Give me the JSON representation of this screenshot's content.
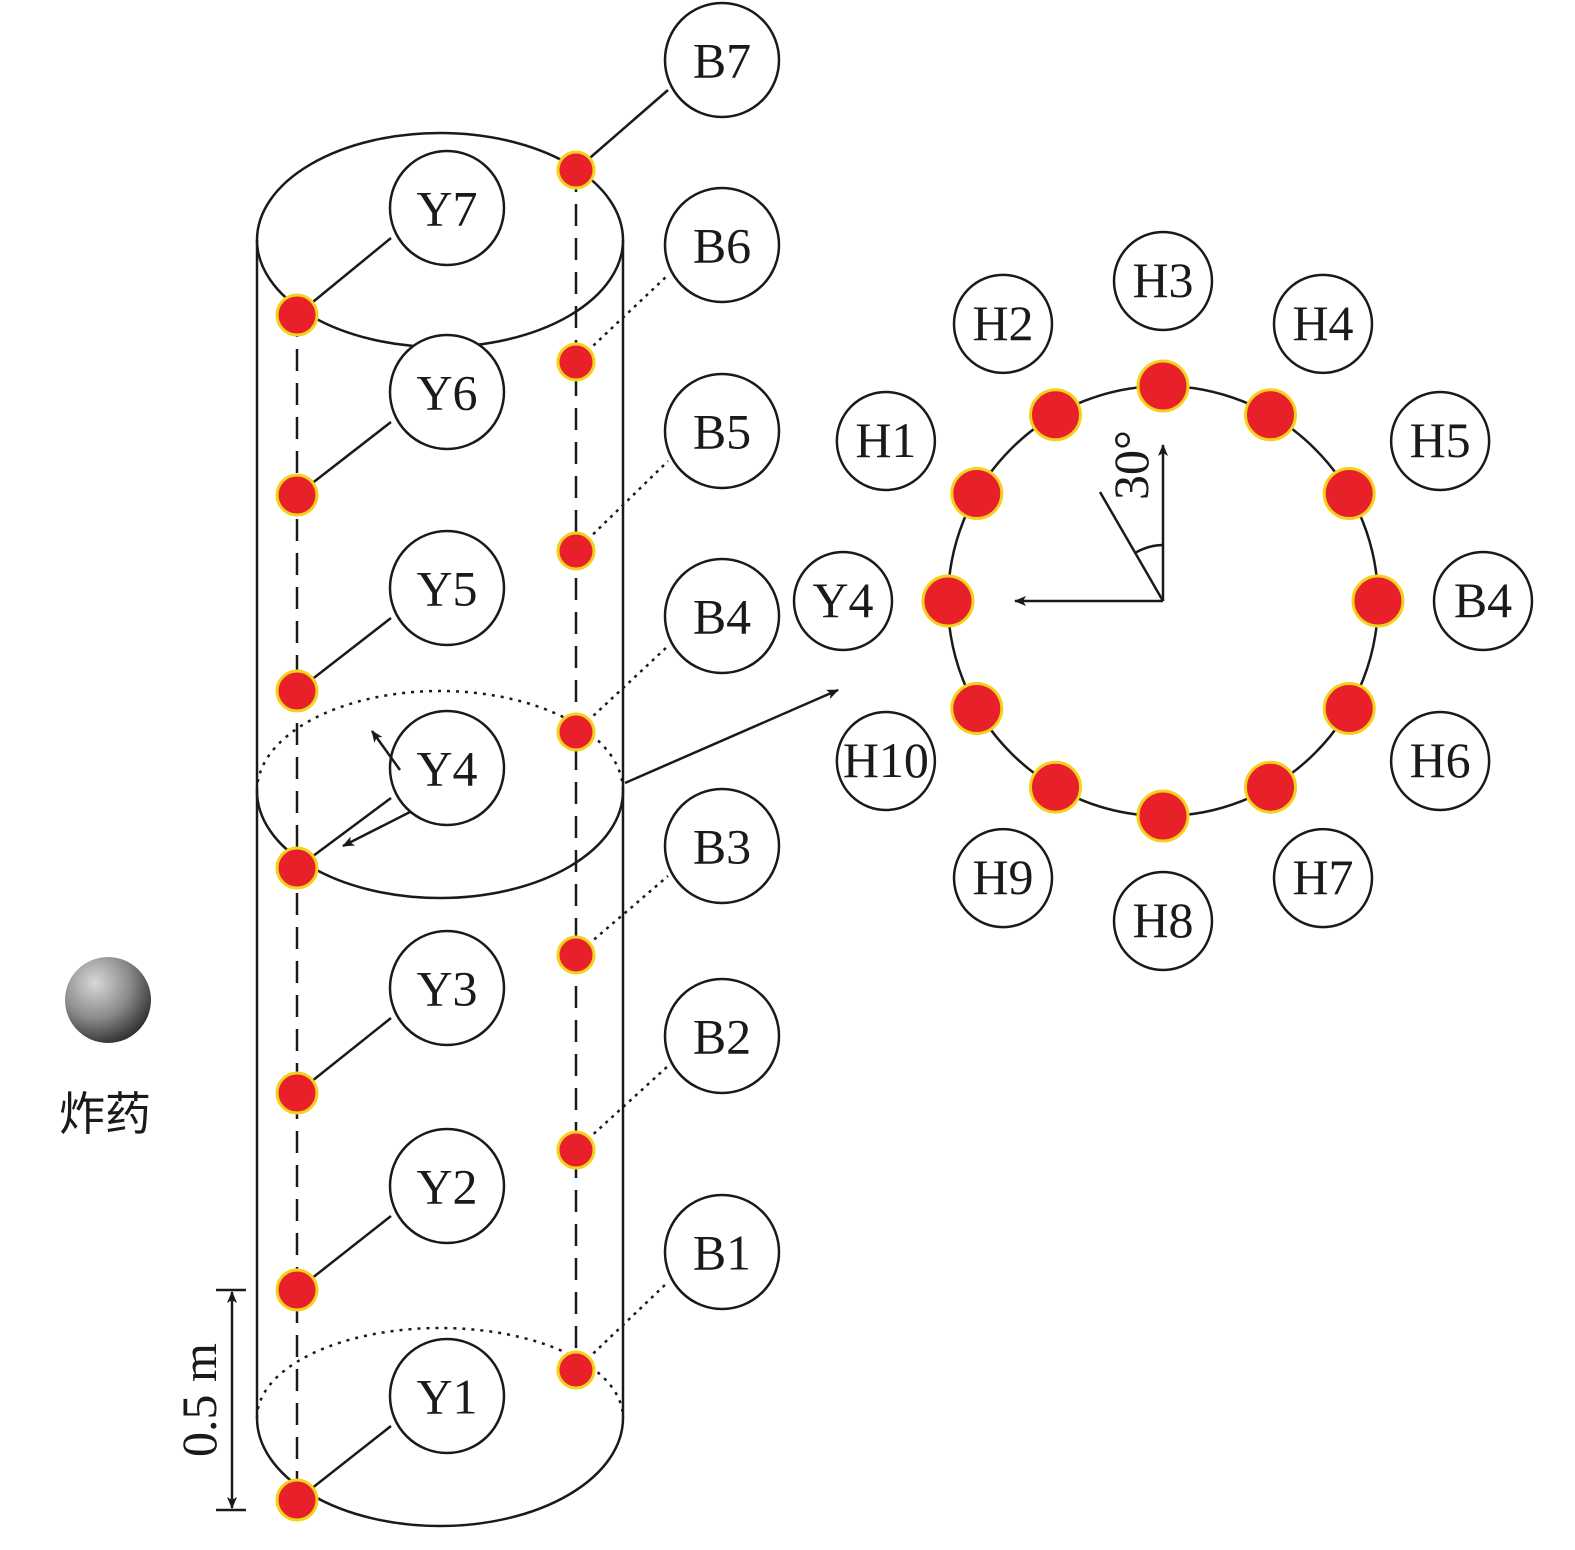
{
  "explosive_label": "炸药",
  "spacing_label": "0.5 m",
  "angle_label": "30°",
  "colors": {
    "sensor_fill": "#e8202a",
    "sensor_ring": "#f2d21b",
    "line": "#1a1a1a"
  },
  "y_labels": [
    "Y1",
    "Y2",
    "Y3",
    "Y4",
    "Y5",
    "Y6",
    "Y7"
  ],
  "b_labels": [
    "B1",
    "B2",
    "B3",
    "B4",
    "B5",
    "B6",
    "B7"
  ],
  "ring_labels": [
    "H1",
    "H2",
    "H3",
    "H4",
    "H5",
    "B4",
    "H6",
    "H7",
    "H8",
    "H9",
    "H10",
    "Y4"
  ]
}
